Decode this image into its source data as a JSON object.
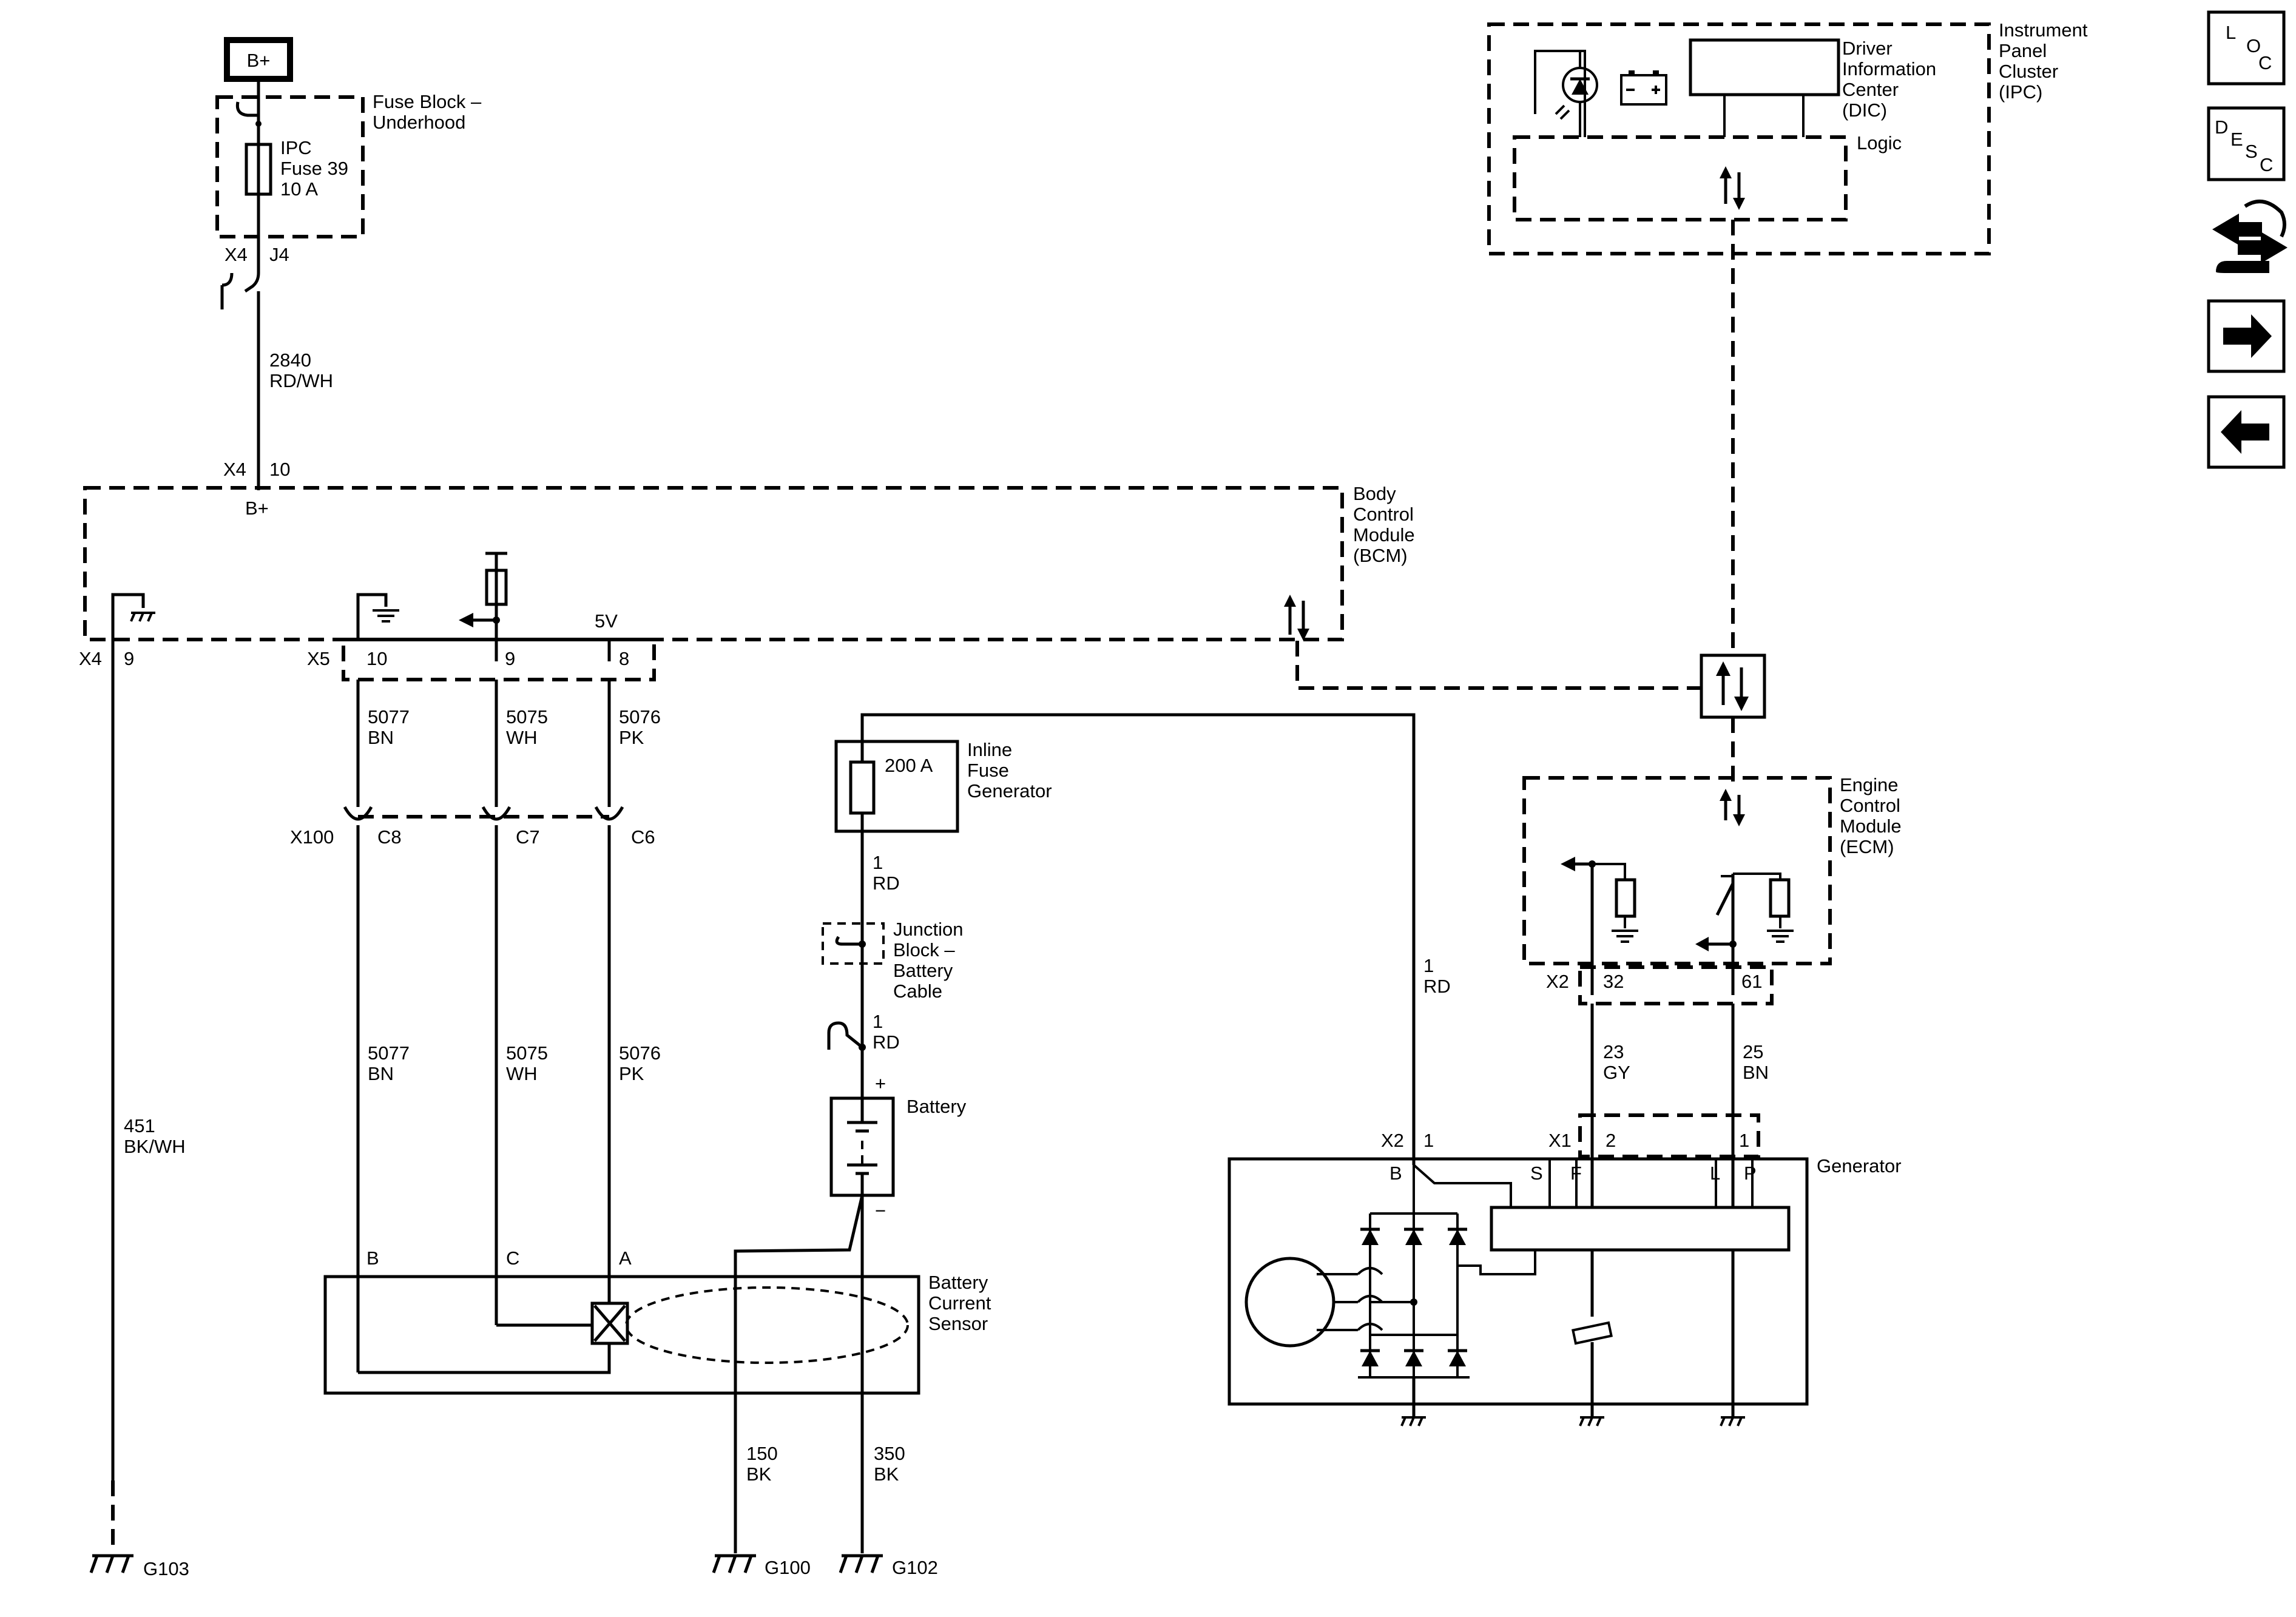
{
  "power_label": "B+",
  "fuse_block": {
    "name_line1": "Fuse Block –",
    "name_line2": "Underhood",
    "fuse_line1": "IPC",
    "fuse_line2": "Fuse 39",
    "fuse_line3": "10 A",
    "conn": "X4",
    "pin": "J4"
  },
  "wire_2840": {
    "num": "2840",
    "color": "RD/WH"
  },
  "bcm": {
    "name": [
      "Body",
      "Control",
      "Module",
      "(BCM)"
    ],
    "top_conn": "X4",
    "top_pin": "10",
    "bplus": "B+",
    "x4": "X4",
    "pin9": "9",
    "x5": "X5",
    "pin10": "10",
    "pin9b": "9",
    "pin8": "8",
    "v5": "5V"
  },
  "wires_bcm": [
    {
      "num": "5077",
      "color": "BN"
    },
    {
      "num": "5075",
      "color": "WH"
    },
    {
      "num": "5076",
      "color": "PK"
    }
  ],
  "x100": {
    "conn": "X100",
    "c8": "C8",
    "c7": "C7",
    "c6": "C6"
  },
  "wire_451": {
    "num": "451",
    "color": "BK/WH"
  },
  "grounds": {
    "g103": "G103",
    "g100": "G100",
    "g102": "G102"
  },
  "bcs": {
    "name": [
      "Battery",
      "Current",
      "Sensor"
    ],
    "pin_b": "B",
    "pin_c": "C",
    "pin_a": "A"
  },
  "inline_fuse": {
    "rating": "200 A",
    "name": [
      "Inline",
      "Fuse",
      "Generator"
    ]
  },
  "wire_1rd_a": {
    "num": "1",
    "color": "RD"
  },
  "junction": {
    "name": [
      "Junction",
      "Block –",
      "Battery",
      "Cable"
    ]
  },
  "wire_1rd_b": {
    "num": "1",
    "color": "RD"
  },
  "battery": {
    "name": "Battery",
    "plus": "+",
    "minus": "−"
  },
  "wire_150": {
    "num": "150",
    "color": "BK"
  },
  "wire_350": {
    "num": "350",
    "color": "BK"
  },
  "wire_1rd_c": {
    "num": "1",
    "color": "RD"
  },
  "ipc": {
    "name": [
      "Instrument",
      "Panel",
      "Cluster",
      "(IPC)"
    ],
    "dic": [
      "Driver",
      "Information",
      "Center",
      "(DIC)"
    ],
    "logic": "Logic"
  },
  "ecm": {
    "name": [
      "Engine",
      "Control",
      "Module",
      "(ECM)"
    ],
    "conn": "X2",
    "pin32": "32",
    "pin61": "61"
  },
  "wire_23": {
    "num": "23",
    "color": "GY"
  },
  "wire_25": {
    "num": "25",
    "color": "BN"
  },
  "generator": {
    "name": "Generator",
    "x2": "X2",
    "x2pin": "1",
    "x1": "X1",
    "pin2": "2",
    "pin1": "1",
    "b": "B",
    "s": "S",
    "f": "F",
    "l": "L",
    "p": "P"
  },
  "nav": {
    "loc": [
      "L",
      "O",
      "C"
    ],
    "desc": [
      "D",
      "E",
      "S",
      "C"
    ]
  }
}
